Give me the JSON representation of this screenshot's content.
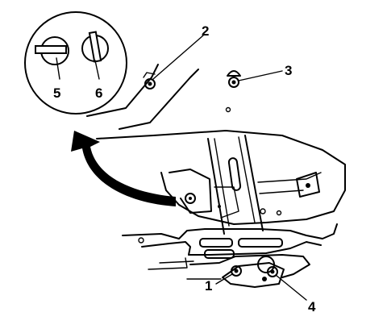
{
  "callouts": {
    "c1": "1",
    "c2": "2",
    "c3": "3",
    "c4": "4",
    "c5": "5",
    "c6": "6"
  },
  "parts": {
    "fastener_1": "bolt-lower-left",
    "fastener_2": "nut-upper",
    "fastener_3": "push-pin-retainer",
    "fastener_4": "bolt-lower-right",
    "detail_5": "slotted-head-horizontal",
    "detail_6": "slotted-head-vertical"
  },
  "colors": {
    "line": "#000000",
    "background": "#ffffff"
  }
}
